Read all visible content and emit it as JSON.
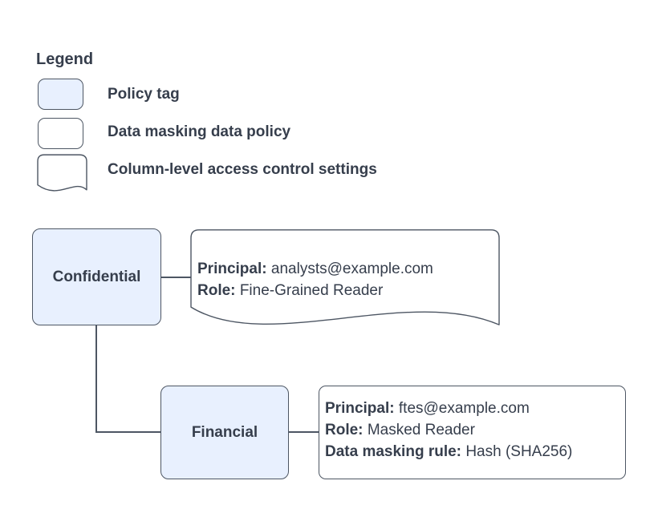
{
  "colors": {
    "node_fill": "#e8f0fe",
    "shape_fill": "#ffffff",
    "stroke": "#4d5663",
    "text": "#363e4c",
    "background": "#ffffff"
  },
  "legend": {
    "title": "Legend",
    "items": [
      {
        "shape": "policy-tag",
        "label": "Policy tag"
      },
      {
        "shape": "data-masking-data-policy",
        "label": "Data masking data policy"
      },
      {
        "shape": "column-level-access-control-settings",
        "label": "Column-level access control settings"
      }
    ]
  },
  "diagram": {
    "confidential": {
      "label": "Confidential"
    },
    "financial": {
      "label": "Financial"
    },
    "access_card": {
      "lines": [
        {
          "label": "Principal:",
          "value": "analysts@example.com"
        },
        {
          "label": "Role:",
          "value": "Fine-Grained Reader"
        }
      ]
    },
    "masking_card": {
      "lines": [
        {
          "label": "Principal:",
          "value": "ftes@example.com"
        },
        {
          "label": "Role:",
          "value": "Masked Reader"
        },
        {
          "label": "Data masking rule:",
          "value": "Hash (SHA256)"
        }
      ]
    }
  }
}
